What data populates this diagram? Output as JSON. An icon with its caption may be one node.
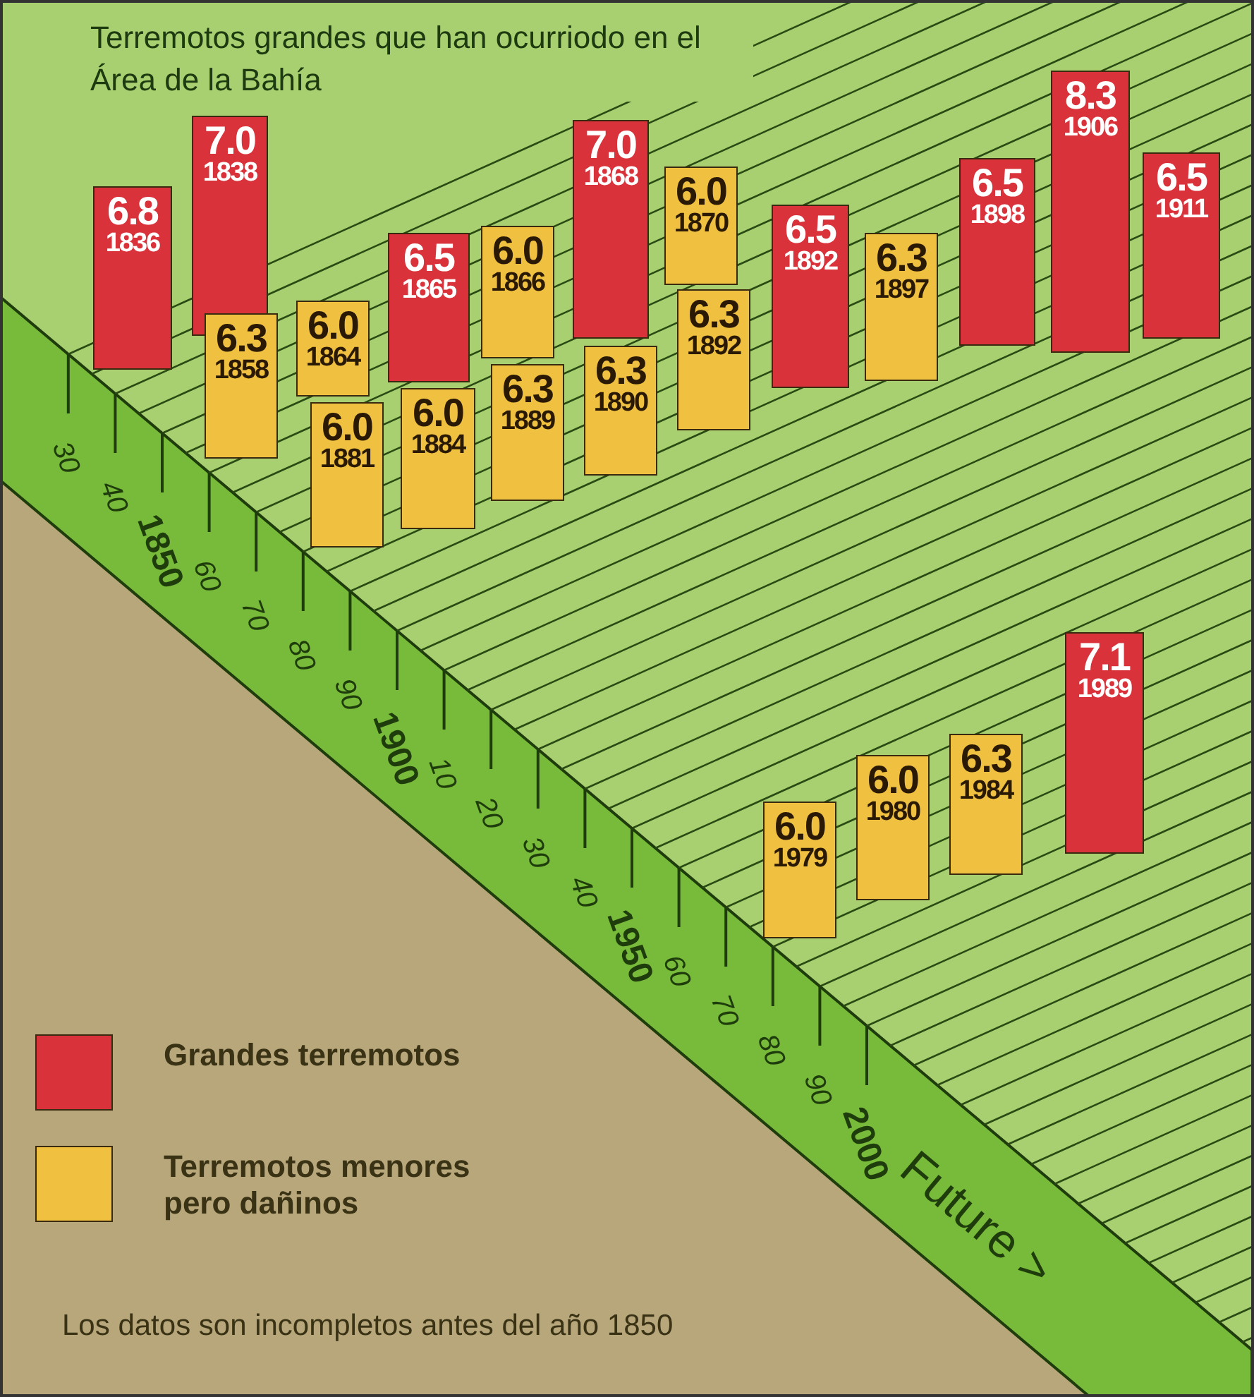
{
  "diagram": {
    "title": "Terremotos grandes que han ocurriodo en el Área de la Bahía",
    "nodes": [
      {
        "text": [
          "6.8",
          "1836"
        ]
      },
      {
        "text": [
          "7.0",
          "1838"
        ]
      },
      {
        "text": [
          "6.3",
          "1858"
        ]
      },
      {
        "text": [
          "6.0",
          "1864"
        ]
      },
      {
        "text": [
          "6.5",
          "1865"
        ]
      },
      {
        "text": [
          "6.0",
          "1866"
        ]
      },
      {
        "text": [
          "7.0",
          "1868"
        ]
      },
      {
        "text": [
          "6.0",
          "1870"
        ]
      },
      {
        "text": [
          "6.0",
          "1881"
        ]
      },
      {
        "text": [
          "6.0",
          "1884"
        ]
      },
      {
        "text": [
          "6.3",
          "1889"
        ]
      },
      {
        "text": [
          "6.3",
          "1890"
        ]
      },
      {
        "text": [
          "6.3",
          "1892"
        ]
      },
      {
        "text": [
          "6.5",
          "1892"
        ]
      },
      {
        "text": [
          "6.3",
          "1897"
        ]
      },
      {
        "text": [
          "6.5",
          "1898"
        ]
      },
      {
        "text": [
          "8.3",
          "1906"
        ]
      },
      {
        "text": [
          "6.5",
          "1911"
        ]
      },
      {
        "text": [
          "6.0",
          "1979"
        ]
      },
      {
        "text": [
          "6.0",
          "1980"
        ]
      },
      {
        "text": [
          "6.3",
          "1984"
        ]
      },
      {
        "text": [
          "7.1",
          "1989"
        ]
      }
    ],
    "labels": [
      "30",
      "40",
      "1850",
      "60",
      "70",
      "80",
      "90",
      "1900",
      "10",
      "20",
      "30",
      "40",
      "1950",
      "60",
      "70",
      "80",
      "90",
      "2000",
      "Future >",
      "Los datos son incompletos antes del año 1850"
    ],
    "legend": [
      {
        "text": "Grandes terremotos",
        "color": "#d9323a"
      },
      {
        "text": "Terremotos menores pero dañinos",
        "color": "#f0c040"
      }
    ]
  }
}
